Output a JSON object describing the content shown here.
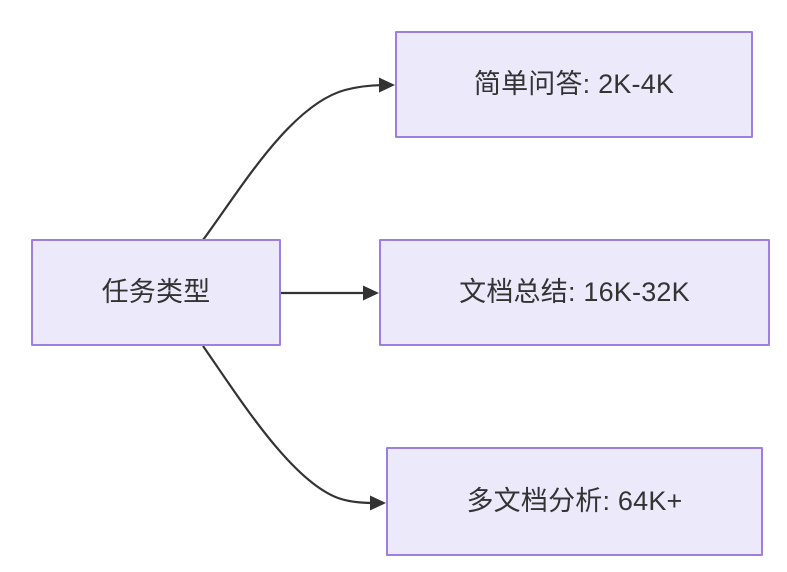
{
  "diagram": {
    "type": "flowchart",
    "direction": "left-to-right",
    "background_color": "#ffffff",
    "node_fill_color": "#ece9fb",
    "node_border_color": "#9d7fe0",
    "node_text_color": "#333333",
    "edge_color": "#333333",
    "nodes": [
      {
        "id": "root",
        "label": "任务类型",
        "role": "source"
      },
      {
        "id": "simple-qa",
        "label": "简单问答: 2K-4K",
        "role": "target"
      },
      {
        "id": "doc-summary",
        "label": "文档总结: 16K-32K",
        "role": "target"
      },
      {
        "id": "multi-doc",
        "label": "多文档分析: 64K+",
        "role": "target"
      }
    ],
    "edges": [
      {
        "id": "edge-root-simple-qa",
        "from": "任务类型",
        "to": "简单问答: 2K-4K",
        "label": "",
        "style": "curved-arrow"
      },
      {
        "id": "edge-root-doc-summary",
        "from": "任务类型",
        "to": "文档总结: 16K-32K",
        "label": "",
        "style": "straight-arrow"
      },
      {
        "id": "edge-root-multi-doc",
        "from": "任务类型",
        "to": "多文档分析: 64K+",
        "label": "",
        "style": "curved-arrow"
      }
    ]
  }
}
